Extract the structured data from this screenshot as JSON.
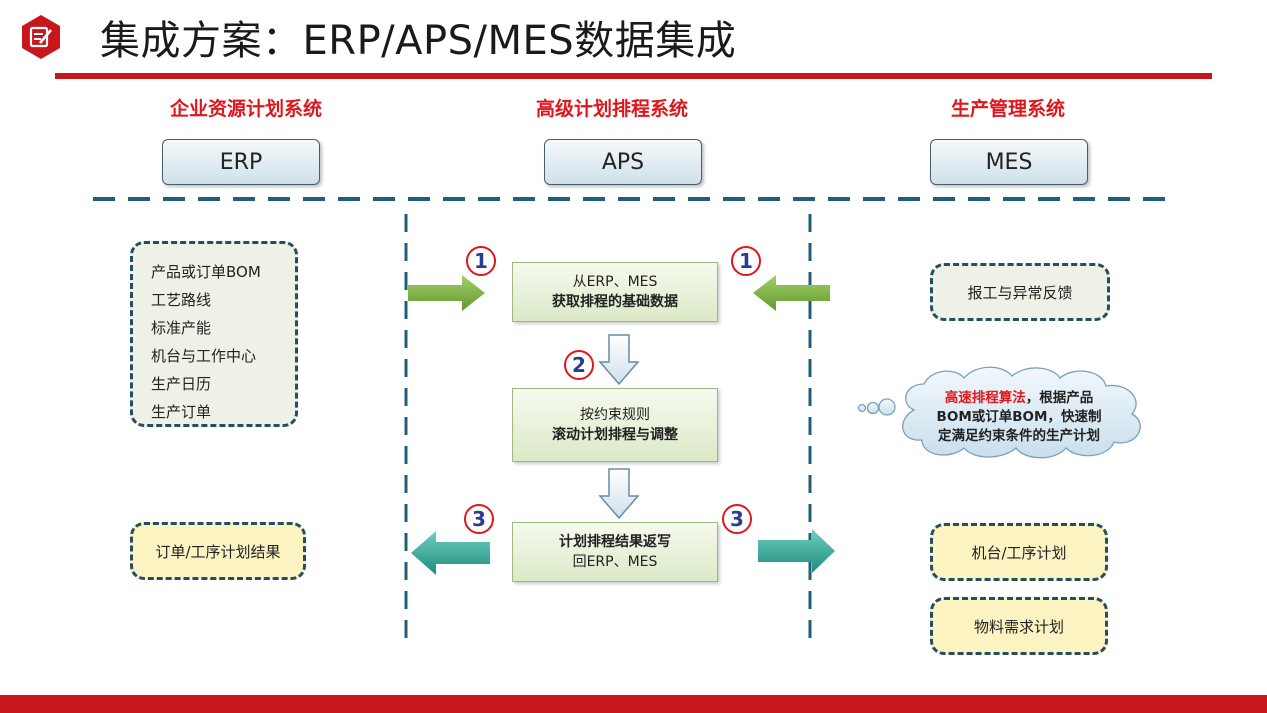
{
  "title": "集成方案：ERP/APS/MES数据集成",
  "columns": [
    {
      "heading": "企业资源计划系统",
      "system": "ERP"
    },
    {
      "heading": "高级计划排程系统",
      "system": "APS"
    },
    {
      "heading": "生产管理系统",
      "system": "MES"
    }
  ],
  "erp": {
    "inputs": [
      "产品或订单BOM",
      "工艺路线",
      "标准产能",
      "机台与工作中心",
      "生产日历",
      "生产订单"
    ],
    "result": "订单/工序计划结果"
  },
  "aps": {
    "step1": {
      "line1": "从ERP、MES",
      "line2": "获取排程的基础数据"
    },
    "step2": {
      "line1": "按约束规则",
      "line2": "滚动计划排程与调整"
    },
    "step3": {
      "line1": "计划排程结果返写",
      "line2": "回ERP、MES"
    }
  },
  "markers": {
    "one": "1",
    "two": "2",
    "three": "3"
  },
  "mes": {
    "feedback": "报工与异常反馈",
    "cloud": {
      "highlight": "高速排程算法",
      "line1_rest": "，根据产品",
      "line2": "BOM或订单BOM，快速制",
      "line3": "定满足约束条件的生产计划"
    },
    "outputs": [
      "机台/工序计划",
      "物料需求计划"
    ]
  },
  "colors": {
    "accent_red": "#c8161d",
    "dash_teal": "#1f5f7a",
    "arrow_green": "#7cb342",
    "arrow_teal": "#34a89a"
  }
}
